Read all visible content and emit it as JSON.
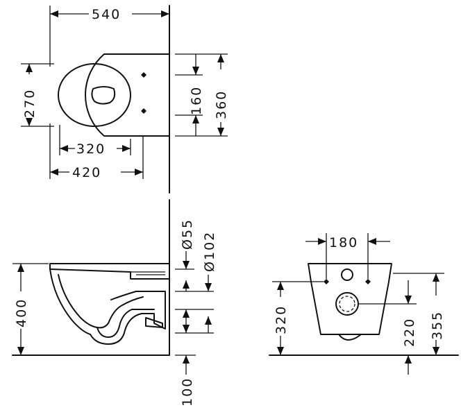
{
  "top_view": {
    "overall_length": "540",
    "bowl_width": "270",
    "fixing_spacing": "160",
    "back_width": "360",
    "bowl_depth": "320",
    "fixing_depth": "420"
  },
  "side_view": {
    "height": "400",
    "waste_outlet": "Ø55",
    "inlet": "Ø102",
    "floor_clearance": "100"
  },
  "rear_view": {
    "fixing_width": "180",
    "fixing_height": "320",
    "outlet_height": "220",
    "top_height": "355"
  }
}
